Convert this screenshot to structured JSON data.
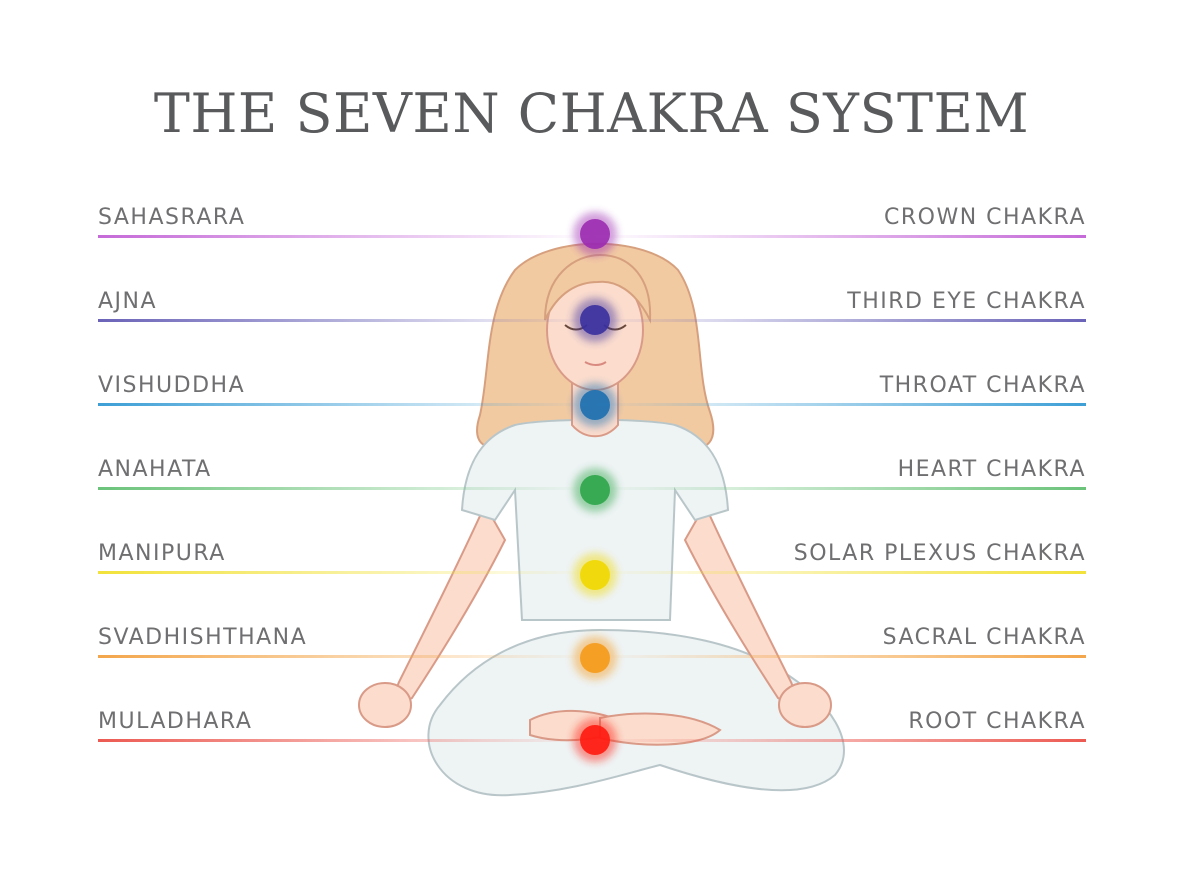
{
  "title": "THE SEVEN CHAKRA SYSTEM",
  "chakras": [
    {
      "sanskrit": "SAHASRARA",
      "english": "CROWN CHAKRA",
      "color": "#c56ad8"
    },
    {
      "sanskrit": "AJNA",
      "english": "THIRD EYE CHAKRA",
      "color": "#6a63b8"
    },
    {
      "sanskrit": "VISHUDDHA",
      "english": "THROAT CHAKRA",
      "color": "#3d9fd6"
    },
    {
      "sanskrit": "ANAHATA",
      "english": "HEART CHAKRA",
      "color": "#6bc37a"
    },
    {
      "sanskrit": "MANIPURA",
      "english": "SOLAR PLEXUS CHAKRA",
      "color": "#f2e23a"
    },
    {
      "sanskrit": "SVADHISHTHANA",
      "english": "SACRAL CHAKRA",
      "color": "#f3a64b"
    },
    {
      "sanskrit": "MULADHARA",
      "english": "ROOT CHAKRA",
      "color": "#ec5a52"
    }
  ],
  "chakra_dot_colors": [
    "#9b2bb0",
    "#3a2f9e",
    "#1c6fb0",
    "#2ea54a",
    "#f0d800",
    "#f59a1a",
    "#ff1a10"
  ]
}
